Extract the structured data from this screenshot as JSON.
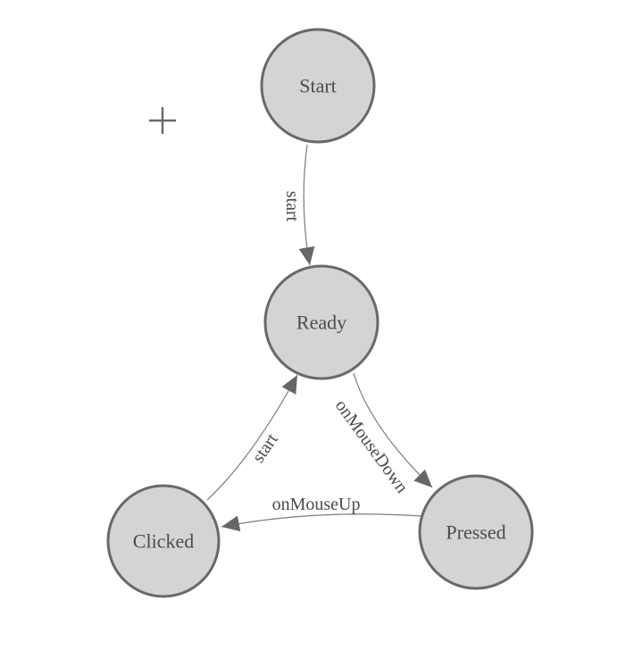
{
  "diagram": {
    "type": "state-machine",
    "background": "#ffffff",
    "colors": {
      "node_fill": "#d4d4d4",
      "node_stroke": "#696969",
      "edge_color": "#7b7b7b",
      "arrow_color": "#666666",
      "label_color": "#4b4b4b",
      "crosshair_color": "#686868"
    },
    "icons": {
      "crosshair_plus": "+"
    },
    "nodes": [
      {
        "id": "start",
        "label": "Start"
      },
      {
        "id": "ready",
        "label": "Ready"
      },
      {
        "id": "clicked",
        "label": "Clicked"
      },
      {
        "id": "pressed",
        "label": "Pressed"
      }
    ],
    "edges": [
      {
        "from": "start",
        "to": "ready",
        "label": "start"
      },
      {
        "from": "ready",
        "to": "pressed",
        "label": "onMouseDown"
      },
      {
        "from": "pressed",
        "to": "clicked",
        "label": "onMouseUp"
      },
      {
        "from": "clicked",
        "to": "ready",
        "label": "start"
      }
    ]
  }
}
